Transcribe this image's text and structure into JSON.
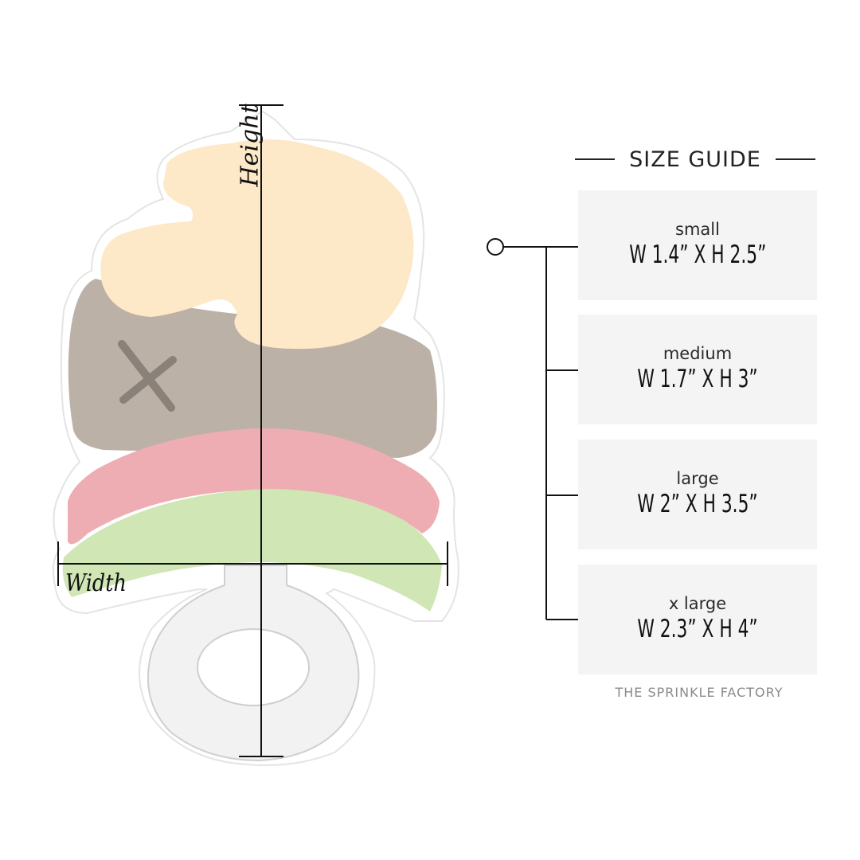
{
  "size_guide": {
    "title": "SIZE GUIDE",
    "sizes": [
      {
        "name": "small",
        "dims": "W 1.4” X H 2.5”"
      },
      {
        "name": "medium",
        "dims": "W 1.7” X H 3”"
      },
      {
        "name": "large",
        "dims": "W 2” X H 3.5”"
      },
      {
        "name": "x large",
        "dims": "W 2.3” X H 4”"
      }
    ]
  },
  "brand": "THE SPRINKLE FACTORY",
  "axes": {
    "height_label": "Height",
    "width_label": "Width"
  },
  "colors": {
    "ice_cream": "#fde8c8",
    "cone_top": "#bcb1a7",
    "x_mark": "#8a8178",
    "pink_band": "#eeadb3",
    "green_band": "#d0e6b5",
    "pacifier": "#f2f2f2",
    "outline": "#dcdcdc",
    "card_bg": "#f4f4f4"
  }
}
